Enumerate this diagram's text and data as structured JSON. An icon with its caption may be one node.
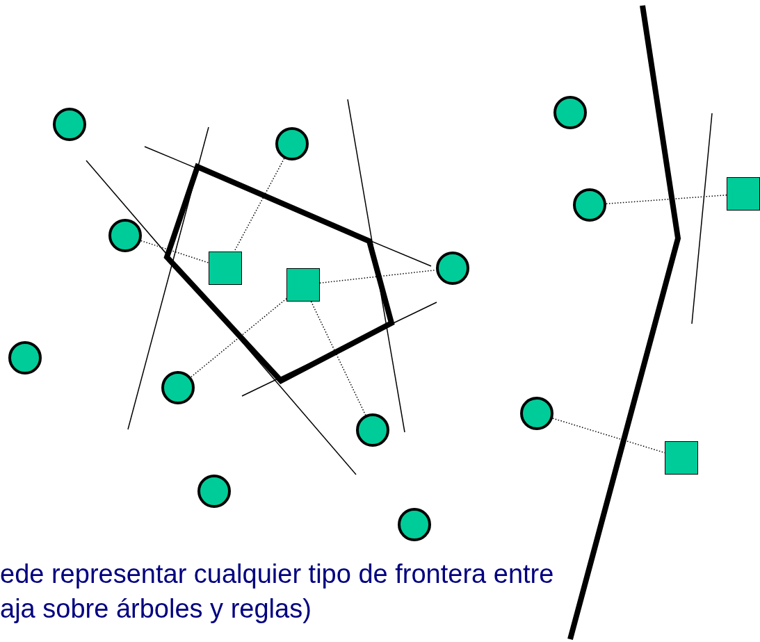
{
  "diagram": {
    "nodes": [
      {
        "text": [],
        "shape": "circle"
      },
      {
        "text": [],
        "shape": "circle"
      },
      {
        "text": [],
        "shape": "circle"
      },
      {
        "text": [],
        "shape": "box"
      },
      {
        "text": [],
        "shape": "circle"
      },
      {
        "text": [],
        "shape": "circle"
      },
      {
        "text": [],
        "shape": "box"
      },
      {
        "text": [],
        "shape": "circle"
      },
      {
        "text": [],
        "shape": "box"
      },
      {
        "text": [],
        "shape": "circle"
      },
      {
        "text": [],
        "shape": "circle"
      },
      {
        "text": [],
        "shape": "circle"
      },
      {
        "text": [],
        "shape": "circle"
      },
      {
        "text": [],
        "shape": "box"
      },
      {
        "text": [],
        "shape": "circle"
      },
      {
        "text": [],
        "shape": "circle"
      }
    ],
    "edges": [
      {
        "from": 2,
        "to": 6,
        "arrow": "none"
      },
      {
        "from": 5,
        "to": 6,
        "arrow": "none"
      },
      {
        "from": 8,
        "to": 7,
        "arrow": "none"
      },
      {
        "from": 8,
        "to": 10,
        "arrow": "none"
      },
      {
        "from": 8,
        "to": 12,
        "arrow": "none"
      },
      {
        "from": 4,
        "to": 3,
        "arrow": "none"
      },
      {
        "from": 11,
        "to": 13,
        "arrow": "none"
      }
    ],
    "labels": [
      "ede representar cualquier tipo de frontera entre",
      "aja sobre árboles y reglas)"
    ]
  }
}
